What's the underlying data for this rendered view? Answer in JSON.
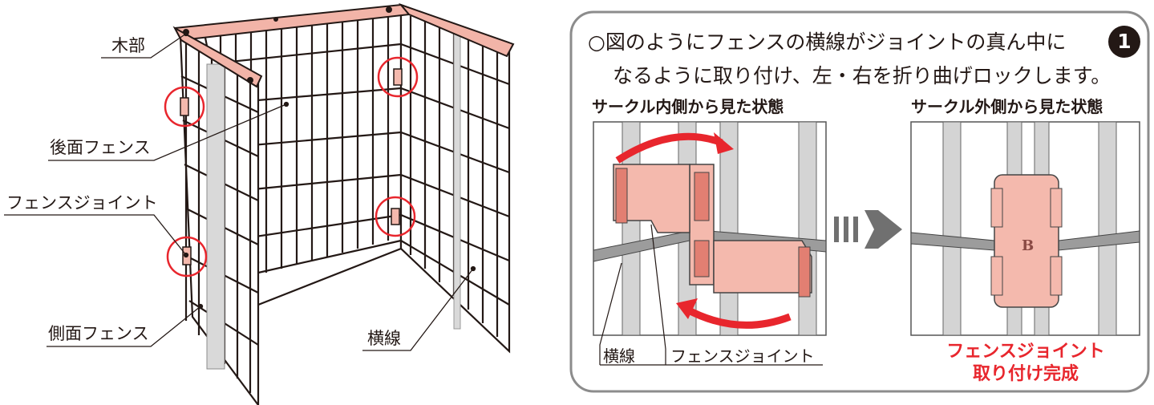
{
  "labels": {
    "mokubu": "木部",
    "back_fence": "後面フェンス",
    "fence_joint": "フェンスジョイント",
    "side_fence": "側面フェンス",
    "horizontal_wire": "横線"
  },
  "instruction": {
    "line1": "○図のようにフェンスの横線がジョイントの真ん中に",
    "line2": "なるように取り付け、左・右を折り曲げロックします。",
    "step_number": "1"
  },
  "panels": {
    "inside_title": "サークル内側から見た状態",
    "outside_title": "サークル外側から見た状態",
    "inside_label_wire": "横線",
    "inside_label_joint": "フェンスジョイント",
    "complete_line1": "フェンスジョイント",
    "complete_line2": "取り付け完成"
  },
  "colors": {
    "wood": "#f2b4a8",
    "joint": "#f4b9ad",
    "joint_dark": "#e27f72",
    "highlight_red": "#e8262d",
    "wire_gray": "#d4d4d4",
    "arrow_gray": "#707070"
  }
}
